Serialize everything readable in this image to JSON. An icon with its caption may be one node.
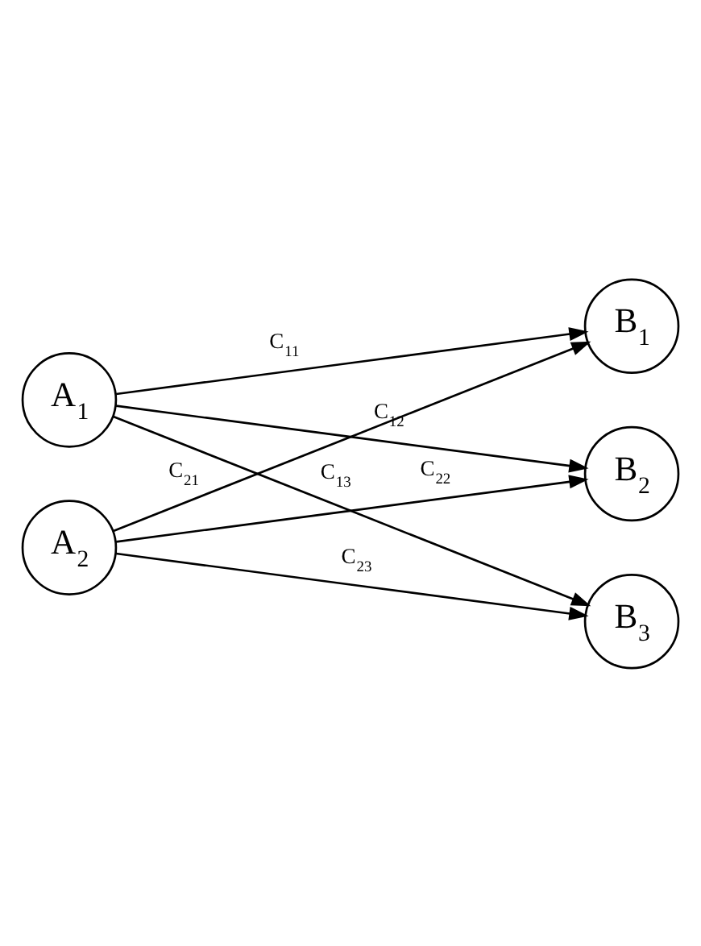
{
  "diagram": {
    "nodes": [
      {
        "text": [
          "A$_{1}$"
        ]
      },
      {
        "text": [
          "A$_{2}$"
        ]
      },
      {
        "text": [
          "B$_{1}$"
        ]
      },
      {
        "text": [
          "B$_{2}$"
        ]
      },
      {
        "text": [
          "B$_{3}$"
        ]
      }
    ],
    "edges": [
      {
        "from": 0,
        "to": 2,
        "arrow": "to",
        "label": "C$_{11}$"
      },
      {
        "from": 0,
        "to": 3,
        "arrow": "to",
        "label": "C$_{12}$"
      },
      {
        "from": 0,
        "to": 4,
        "arrow": "to",
        "label": "C$_{13}$"
      },
      {
        "from": 1,
        "to": 2,
        "arrow": "to",
        "label": "C$_{21}$"
      },
      {
        "from": 1,
        "to": 3,
        "arrow": "to",
        "label": "C$_{22}$"
      },
      {
        "from": 1,
        "to": 4,
        "arrow": "to",
        "label": "C$_{23}$"
      }
    ]
  }
}
